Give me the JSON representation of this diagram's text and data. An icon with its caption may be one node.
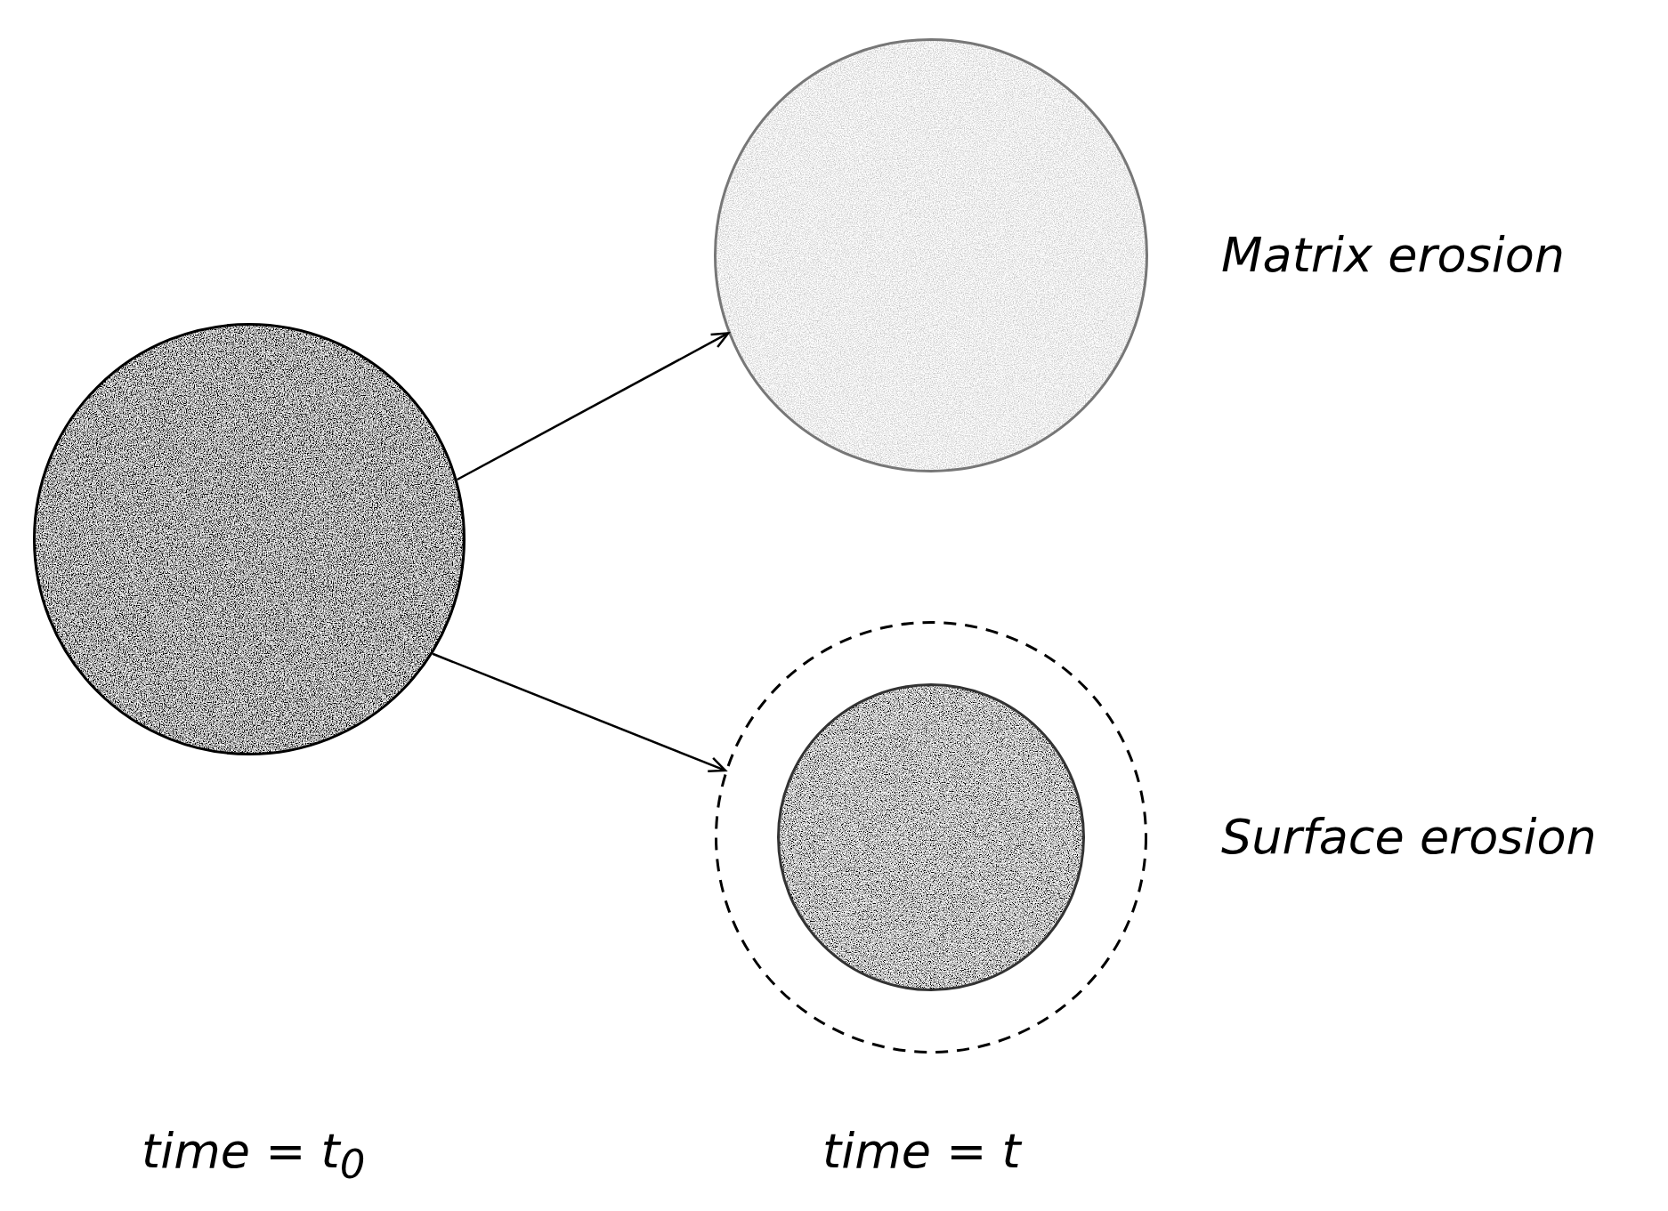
{
  "diagram": {
    "nodes": [
      {
        "text": [],
        "shape": "circle"
      },
      {
        "text": [],
        "shape": "circle",
        "beside": [
          "Matrix erosion"
        ]
      },
      {
        "text": [],
        "shape": "circle",
        "beside": [
          "Surface erosion"
        ]
      },
      {
        "text": [],
        "shape": "circle",
        "in": 2
      }
    ],
    "edges": [
      {
        "from": 0,
        "to": 1,
        "arrow": "to"
      },
      {
        "from": 0,
        "to": 2,
        "arrow": "to"
      }
    ],
    "labels": [
      "time = t$_{0}$",
      "time = t"
    ]
  }
}
